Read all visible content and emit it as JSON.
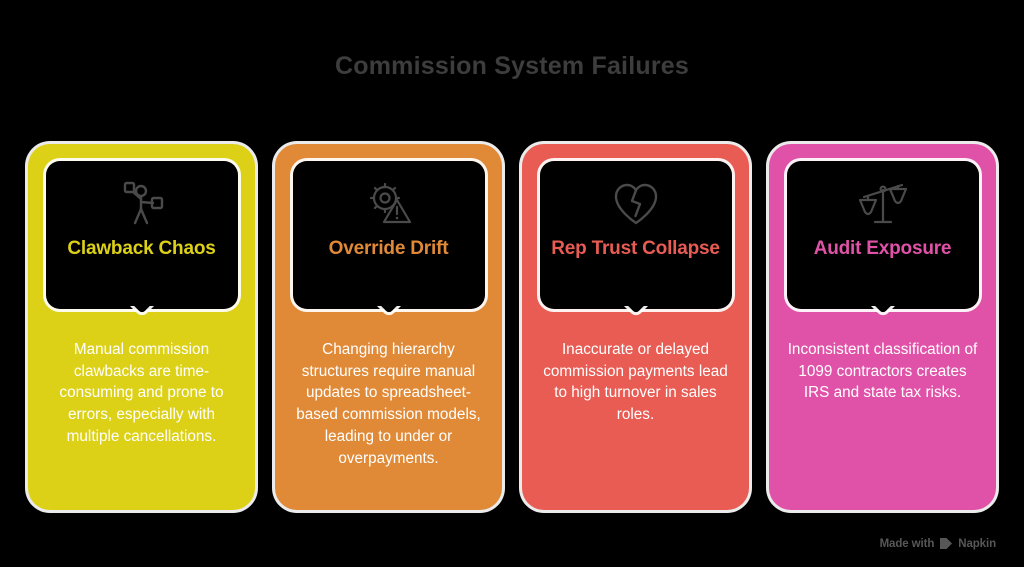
{
  "title": "Commission System Failures",
  "background_color": "#000000",
  "title_color": "#3d3d3d",
  "cards": [
    {
      "id": "clawback-chaos",
      "title": "Clawback Chaos",
      "body": "Manual commission clawbacks are time-consuming and prone to errors, especially with multiple cancellations.",
      "color": "#DDD118",
      "icon": "person-juggling-documents-icon"
    },
    {
      "id": "override-drift",
      "title": "Override Drift",
      "body": "Changing hierarchy structures require manual updates to spreadsheet-based commission models, leading to under or overpayments.",
      "color": "#E08A38",
      "icon": "gear-warning-icon"
    },
    {
      "id": "rep-trust-collapse",
      "title": "Rep Trust Collapse",
      "body": "Inaccurate or delayed commission payments lead to high turnover in sales roles.",
      "color": "#E85C54",
      "icon": "broken-heart-icon"
    },
    {
      "id": "audit-exposure",
      "title": "Audit Exposure",
      "body": "Inconsistent classification of 1099 contractors creates IRS and state tax risks.",
      "color": "#E052A8",
      "icon": "scales-of-justice-icon"
    }
  ],
  "watermark": {
    "text": "Made with",
    "brand": "Napkin",
    "logo": "napkin-play-logo"
  }
}
